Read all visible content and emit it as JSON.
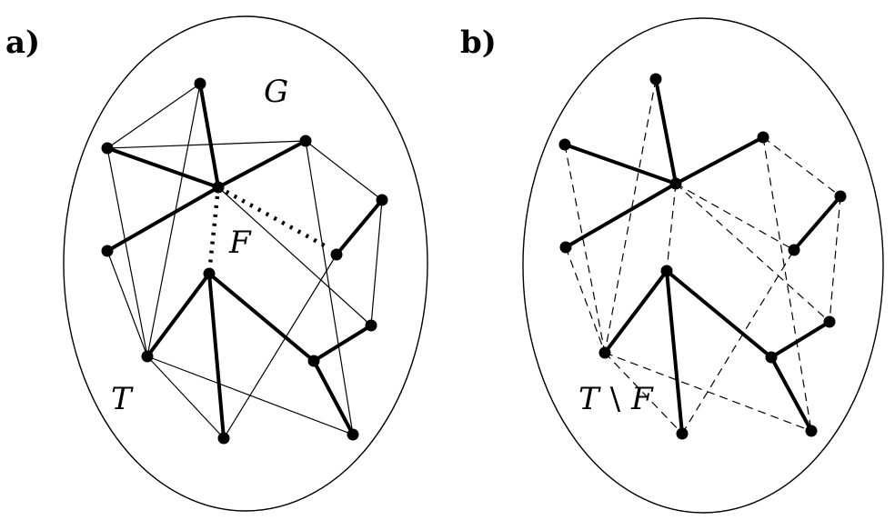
{
  "panels": [
    {
      "id": "a",
      "label": "a)",
      "graph_label": "G",
      "cut_label": "F",
      "tree_label": "T",
      "setminus": "",
      "tree_label2": ""
    },
    {
      "id": "b",
      "label": "b)",
      "graph_label": "",
      "cut_label": "",
      "tree_label": "T",
      "setminus": "\\",
      "tree_label2": "F"
    }
  ]
}
